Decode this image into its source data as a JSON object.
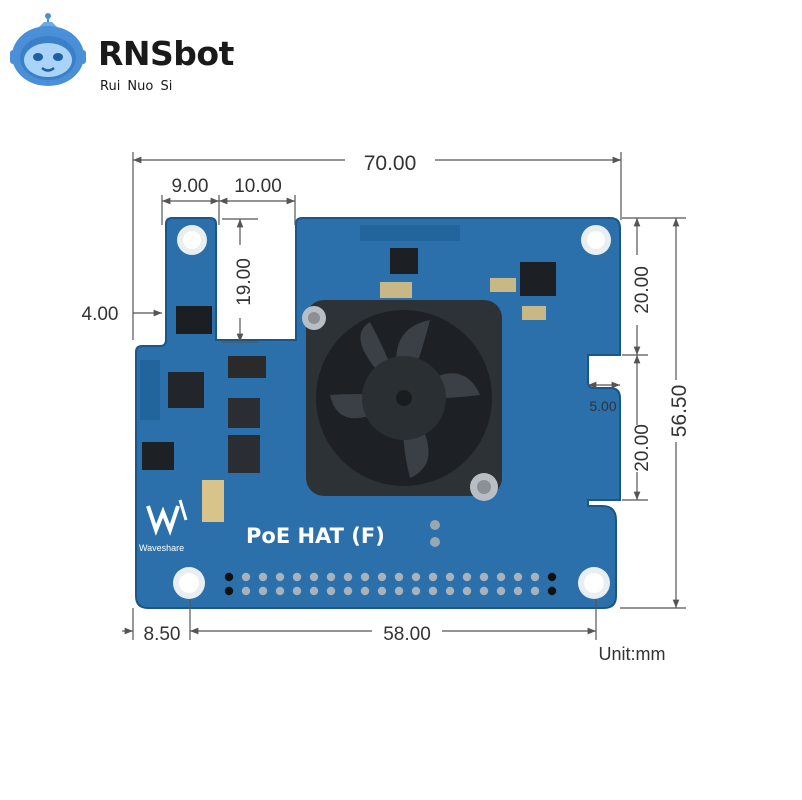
{
  "brand": {
    "name": "RNSbot",
    "tagline": "Rui Nuo Si"
  },
  "product": {
    "name": "PoE HAT (F)",
    "maker": "Waveshare"
  },
  "dimensions": {
    "total_width": "70.00",
    "left_tab_width": "9.00",
    "notch_width": "10.00",
    "notch_depth": "19.00",
    "left_offset": "4.00",
    "right_notch_top": "20.00",
    "right_notch_depth": "5.00",
    "right_notch_bottom": "20.00",
    "total_height": "56.50",
    "hole_offset": "8.50",
    "hole_spacing": "58.00",
    "unit": "Unit:mm"
  },
  "colors": {
    "pcb": "#2a6fa8",
    "pcb_edge": "#1f5f95",
    "dim_line": "#555555",
    "label": "#333333"
  }
}
